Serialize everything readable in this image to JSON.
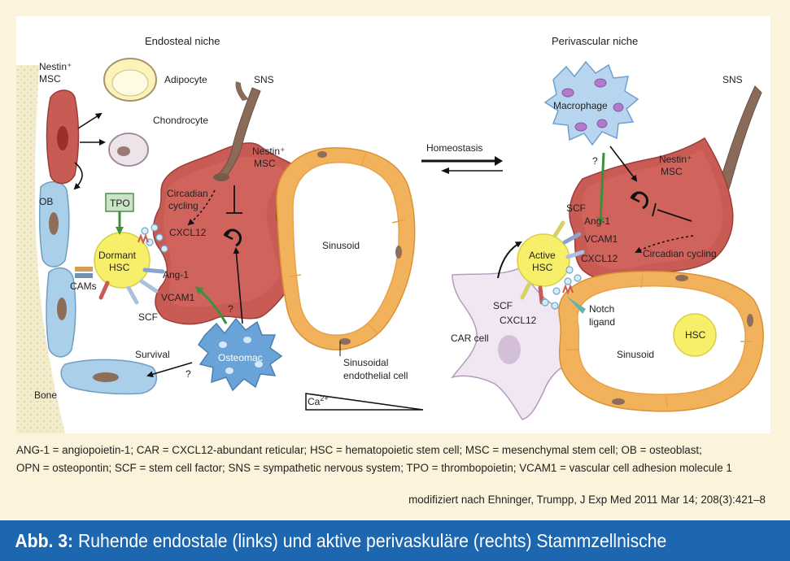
{
  "diagram": {
    "left": {
      "title": "Endosteal niche",
      "nestin_msc_line1": "Nestin⁺",
      "nestin_msc_line2": "MSC",
      "adipocyte": "Adipocyte",
      "chondrocyte": "Chondrocyte",
      "ob": "OB",
      "tpo": "TPO",
      "dormant_hsc_line1": "Dormant",
      "dormant_hsc_line2": "HSC",
      "cams": "CAMs",
      "ang1": "Ang-1",
      "vcam1": "VCAM1",
      "scf": "SCF",
      "cxcl12": "CXCL12",
      "circadian_line1": "Circadian",
      "circadian_line2": "cycling",
      "sns": "SNS",
      "msc2_line1": "Nestin⁺",
      "msc2_line2": "MSC",
      "sinusoid": "Sinusoid",
      "question": "?",
      "osteomac": "Osteomac",
      "survival": "Survival",
      "survival_q": "?",
      "bone": "Bone",
      "sinusoidal_line1": "Sinusoidal",
      "sinusoidal_line2": "endothelial cell",
      "calcium": "Ca",
      "calcium_sup": "2+"
    },
    "middle": {
      "homeostasis": "Homeostasis"
    },
    "right": {
      "title": "Perivascular niche",
      "macrophage": "Macrophage",
      "sns": "SNS",
      "question": "?",
      "nestin_msc_line1": "Nestin⁺",
      "nestin_msc_line2": "MSC",
      "scf_top": "SCF",
      "ang1": "Ang-1",
      "vcam1": "VCAM1",
      "cxcl12_top": "CXCL12",
      "circadian": "Circadian cycling",
      "active_hsc_line1": "Active",
      "active_hsc_line2": "HSC",
      "scf_bottom": "SCF",
      "cxcl12_bottom": "CXCL12",
      "car_cell": "CAR cell",
      "notch_line1": "Notch",
      "notch_line2": "ligand",
      "hsc": "HSC",
      "sinusoid": "Sinusoid"
    }
  },
  "legend": {
    "line1": "ANG-1 = angiopoietin-1; CAR = CXCL12-abundant reticular; HSC = hematopoietic stem cell; MSC = mesenchymal stem cell; OB = osteoblast;",
    "line2": "OPN = osteopontin; SCF = stem cell factor; SNS = sympathetic nervous system; TPO = thrombopoietin; VCAM1 = vascular cell adhesion molecule 1"
  },
  "source": "modifiziert nach Ehninger, Trumpp, J Exp Med 2011 Mar 14; 208(3):421–8",
  "caption": {
    "label": "Abb. 3:",
    "text": " Ruhende endostale (links) und aktive perivaskuläre (rechts) Stammzellnische"
  },
  "colors": {
    "caption_bg": "#1d66b0",
    "page_bg": "#fbf3dc",
    "msc_red": "#c95b55",
    "msc_red_light": "#e39a8a",
    "sinusoid_orange": "#f2b25b",
    "sinusoid_fill": "#fde9c2",
    "hsc_yellow": "#f7ef6a",
    "osteoblast_blue": "#a9cfe9",
    "osteomac_blue": "#6aa3d8",
    "macrophage_blue": "#b8d5ef",
    "arrow_green": "#3e8f3c",
    "car_cell_fill": "#f1e7f3",
    "adipocyte_fill": "#fbf3b8"
  }
}
